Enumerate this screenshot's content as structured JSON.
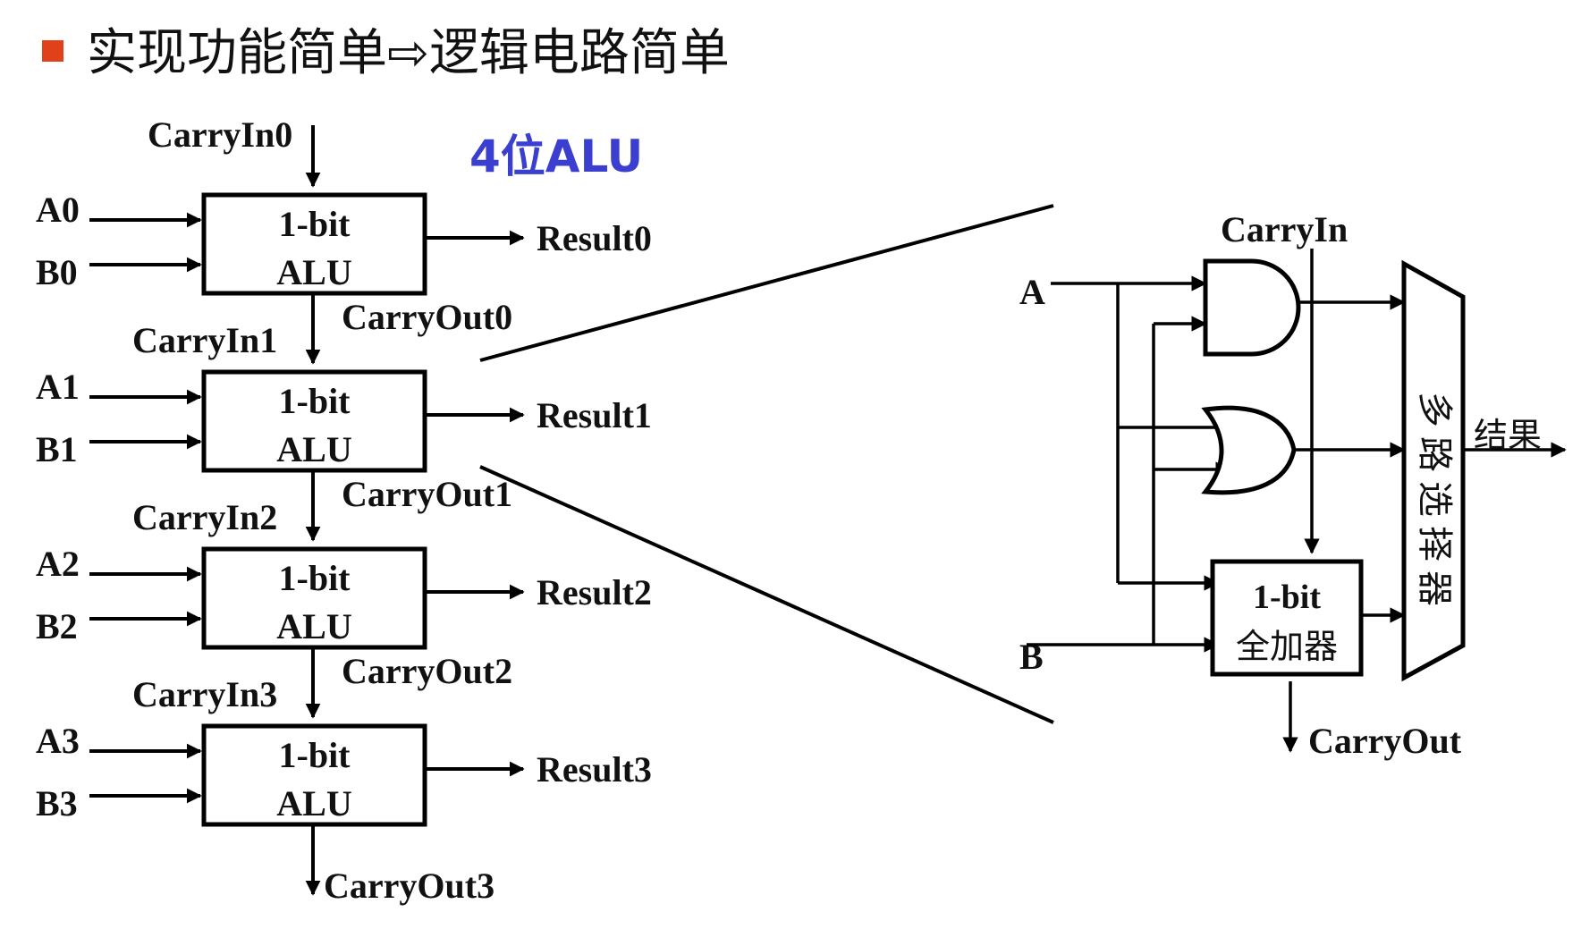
{
  "heading": {
    "bullet_color": "#e0401a",
    "text": "实现功能简单⇨逻辑电路简单"
  },
  "left": {
    "title": "4位ALU",
    "title_color": "#3a3fd0",
    "carry_in0": "CarryIn0",
    "carry_out_final": "CarryOut3",
    "stages": [
      {
        "a": "A0",
        "b": "B0",
        "box_line1": "1-bit",
        "box_line2": "ALU",
        "result": "Result0",
        "carry_out": "CarryOut0"
      },
      {
        "a": "A1",
        "b": "B1",
        "box_line1": "1-bit",
        "box_line2": "ALU",
        "result": "Result1",
        "carry_out": "CarryOut1",
        "carry_in": "CarryIn1"
      },
      {
        "a": "A2",
        "b": "B2",
        "box_line1": "1-bit",
        "box_line2": "ALU",
        "result": "Result2",
        "carry_out": "CarryOut2",
        "carry_in": "CarryIn2"
      },
      {
        "a": "A3",
        "b": "B3",
        "box_line1": "1-bit",
        "box_line2": "ALU",
        "result": "Result3",
        "carry_in": "CarryIn3"
      }
    ]
  },
  "right": {
    "carry_in": "CarryIn",
    "input_a": "A",
    "input_b": "B",
    "adder_line1": "1-bit",
    "adder_line2": "全加器",
    "mux_chars": [
      "多",
      "路",
      "选",
      "择",
      "器"
    ],
    "output": "结果",
    "carry_out": "CarryOut"
  }
}
